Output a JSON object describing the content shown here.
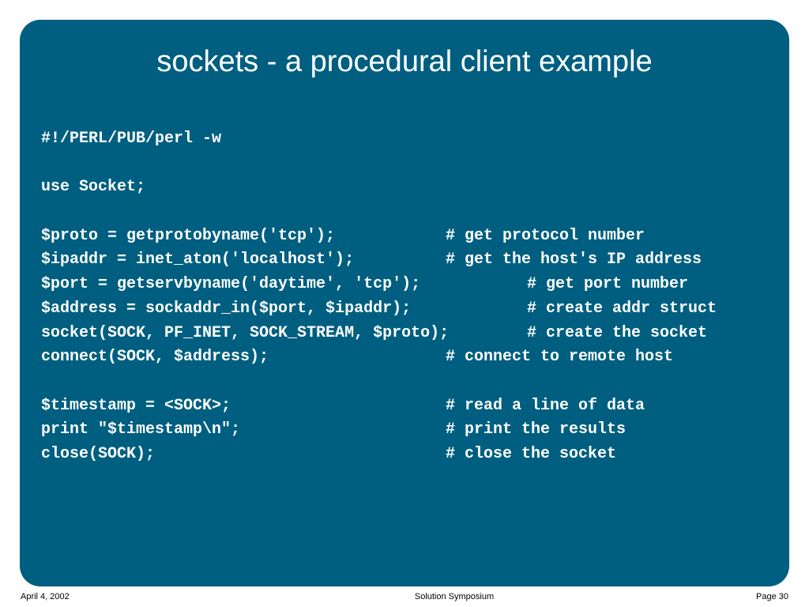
{
  "slide": {
    "title": "sockets - a procedural client example",
    "code_lines": [
      {
        "code": "#!/PERL/PUB/perl -w",
        "comment": ""
      },
      null,
      {
        "code": "use Socket;",
        "comment": ""
      },
      null,
      {
        "code": "$proto = getprotobyname('tcp');",
        "comment": "# get protocol number"
      },
      {
        "code": "$ipaddr = inet_aton('localhost');",
        "comment": "# get the host's IP address"
      },
      {
        "code": "$port = getservbyname('daytime', 'tcp');",
        "comment": "# get port number"
      },
      {
        "code": "$address = sockaddr_in($port, $ipaddr);",
        "comment": "# create addr struct"
      },
      {
        "code": "socket(SOCK, PF_INET, SOCK_STREAM, $proto);",
        "comment": "# create the socket"
      },
      {
        "code": "connect(SOCK, $address);",
        "comment": "# connect to remote host"
      },
      null,
      {
        "code": "$timestamp = <SOCK>;",
        "comment": "# read a line of data"
      },
      {
        "code": "print \"$timestamp\\n\";",
        "comment": "# print the results"
      },
      {
        "code": "close(SOCK);",
        "comment": "# close the socket"
      }
    ]
  },
  "footer": {
    "date": "April 4, 2002",
    "event": "Solution Symposium",
    "page": "Page 30"
  },
  "colors": {
    "panel": "#005f80",
    "text": "#ffffff"
  }
}
